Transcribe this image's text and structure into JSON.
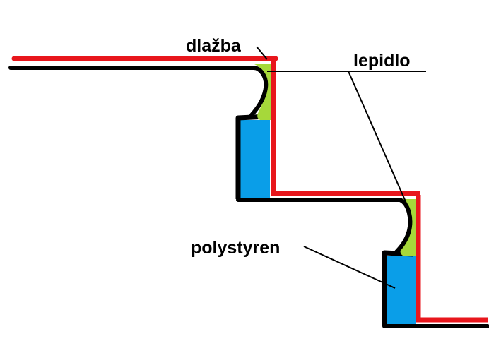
{
  "labels": {
    "tile": "dlažba",
    "adhesive": "lepidlo",
    "polystyrene": "polystyren"
  },
  "colors": {
    "tile": "#e8161c",
    "substrate": "#000000",
    "adhesive": "#a6d83a",
    "polystyrene": "#0a9ee8",
    "background": "#ffffff"
  }
}
